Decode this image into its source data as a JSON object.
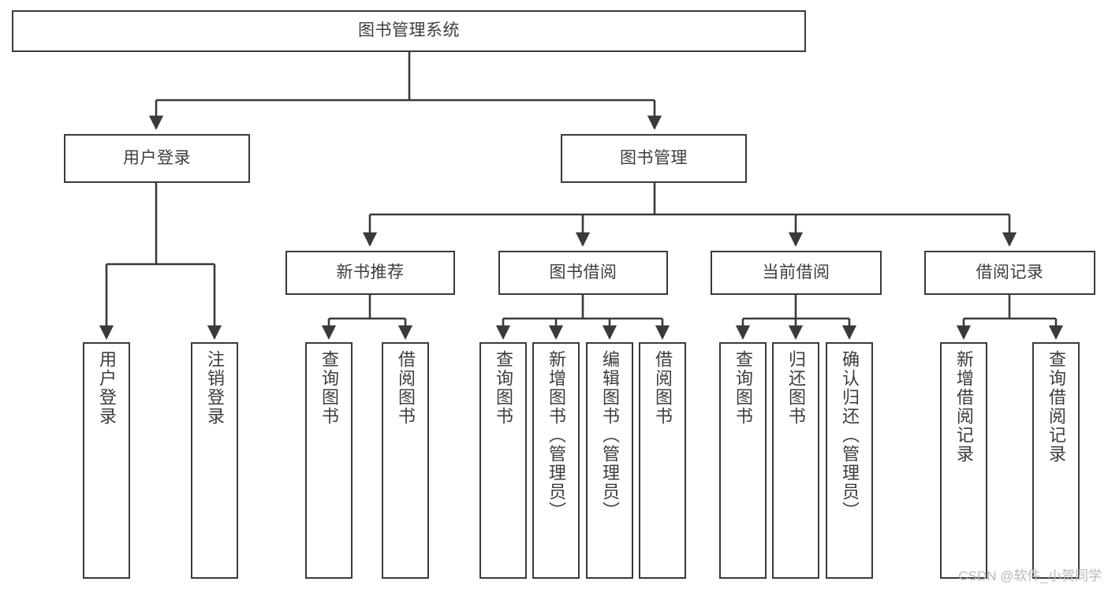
{
  "diagram": {
    "type": "tree-flowchart",
    "title": "图书管理系统",
    "colors": {
      "box_border": "#3a3a3a",
      "box_fill": "#ffffff",
      "text": "#3d3d3d",
      "edge": "#3a3a3a",
      "watermark": "#b9b9b9"
    },
    "root": {
      "label": "图书管理系统"
    },
    "level2": [
      {
        "label": "用户登录"
      },
      {
        "label": "图书管理"
      }
    ],
    "level3": [
      {
        "label": "新书推荐"
      },
      {
        "label": "图书借阅"
      },
      {
        "label": "当前借阅"
      },
      {
        "label": "借阅记录"
      }
    ],
    "leaves": {
      "user_login": [
        {
          "label": "用户登录"
        },
        {
          "label": "注销登录"
        }
      ],
      "new_book_recommend": [
        {
          "label": "查询图书"
        },
        {
          "label": "借阅图书"
        }
      ],
      "book_borrow": [
        {
          "label": "查询图书"
        },
        {
          "label": "新增图书（管理员）"
        },
        {
          "label": "编辑图书（管理员）"
        },
        {
          "label": "借阅图书"
        }
      ],
      "current_borrow": [
        {
          "label": "查询图书"
        },
        {
          "label": "归还图书"
        },
        {
          "label": "确认归还（管理员）"
        }
      ],
      "borrow_record": [
        {
          "label": "新增借阅记录"
        },
        {
          "label": "查询借阅记录"
        }
      ]
    }
  },
  "watermark": {
    "text": "CSDN @软件_小贺同学"
  }
}
